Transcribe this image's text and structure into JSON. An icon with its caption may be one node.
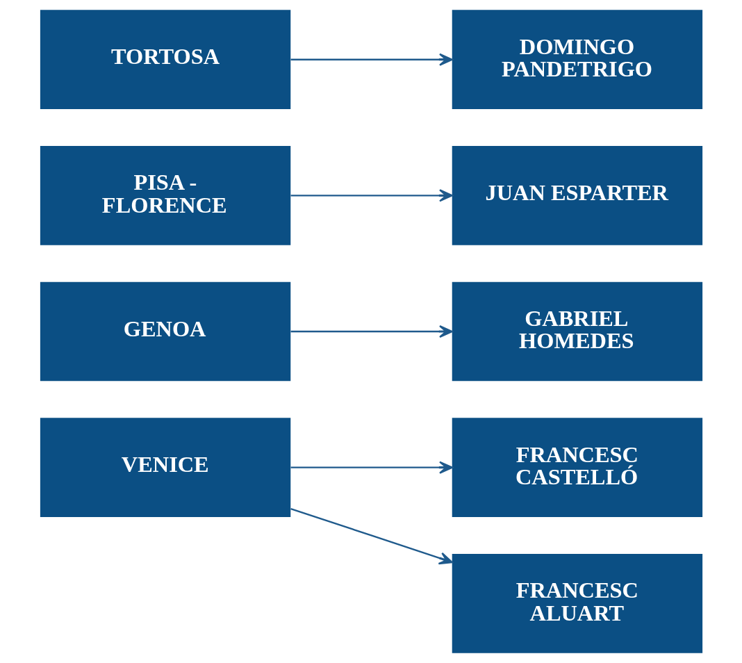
{
  "diagram": {
    "nodes": [
      {
        "text": [
          "TORTOSA"
        ]
      },
      {
        "text": [
          "DOMINGO PANDETRIGO"
        ]
      },
      {
        "text": [
          "PISA - FLORENCE"
        ]
      },
      {
        "text": [
          "JUAN ESPARTER"
        ]
      },
      {
        "text": [
          "GENOA"
        ]
      },
      {
        "text": [
          "GABRIEL HOMEDES"
        ]
      },
      {
        "text": [
          "VENICE"
        ]
      },
      {
        "text": [
          "FRANCESC CASTELLÓ"
        ]
      },
      {
        "text": [
          "FRANCESC ALUART"
        ]
      }
    ],
    "edges": [
      {
        "from": 0,
        "to": 1,
        "arrow": "to"
      },
      {
        "from": 2,
        "to": 3,
        "arrow": "to"
      },
      {
        "from": 4,
        "to": 5,
        "arrow": "to"
      },
      {
        "from": 6,
        "to": 7,
        "arrow": "to"
      },
      {
        "from": 6,
        "to": 8,
        "arrow": "to"
      }
    ]
  }
}
